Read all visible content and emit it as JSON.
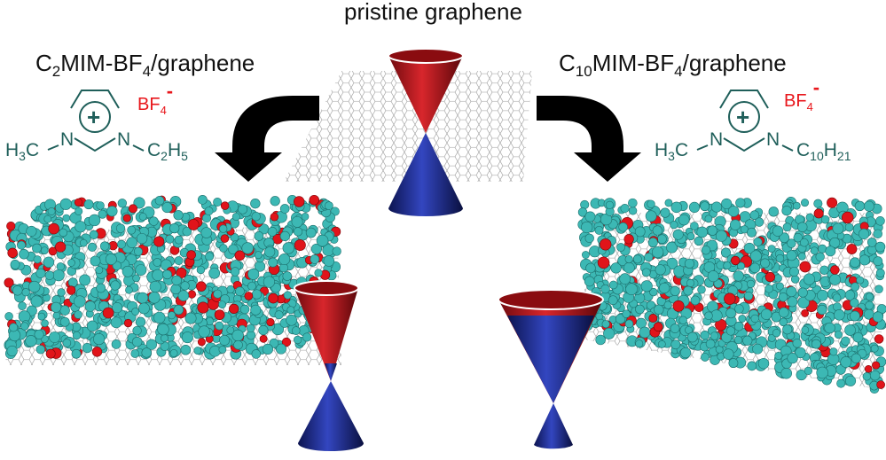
{
  "center": {
    "title": "pristine graphene"
  },
  "left": {
    "title": {
      "c": "C",
      "n": "2",
      "mid": "MIM-BF",
      "f": "4",
      "end": "/graphene"
    },
    "molecule": {
      "h": "H",
      "h_n": "3",
      "c": "C",
      "n1": "N",
      "n2": "N",
      "r_c": "C",
      "r_c_n": "2",
      "r_h": "H",
      "r_h_n": "5",
      "plus": "+"
    },
    "anion": {
      "bf": "BF",
      "n": "4",
      "charge": "-"
    }
  },
  "right": {
    "title": {
      "c": "C",
      "n": "10",
      "mid": "MIM-BF",
      "f": "4",
      "end": "/graphene"
    },
    "molecule": {
      "h": "H",
      "h_n": "3",
      "c": "C",
      "n1": "N",
      "n2": "N",
      "r_c": "C",
      "r_c_n": "10",
      "r_h": "H",
      "r_h_n": "21",
      "plus": "+"
    },
    "anion": {
      "bf": "BF",
      "n": "4",
      "charge": "-"
    }
  },
  "colors": {
    "cation": "#3cb8b4",
    "anion": "#e0141a",
    "cone_top": "#b0141a",
    "cone_bottom": "#1a2a8c",
    "structure": "#1f5f5a",
    "arrow": "#000000"
  }
}
